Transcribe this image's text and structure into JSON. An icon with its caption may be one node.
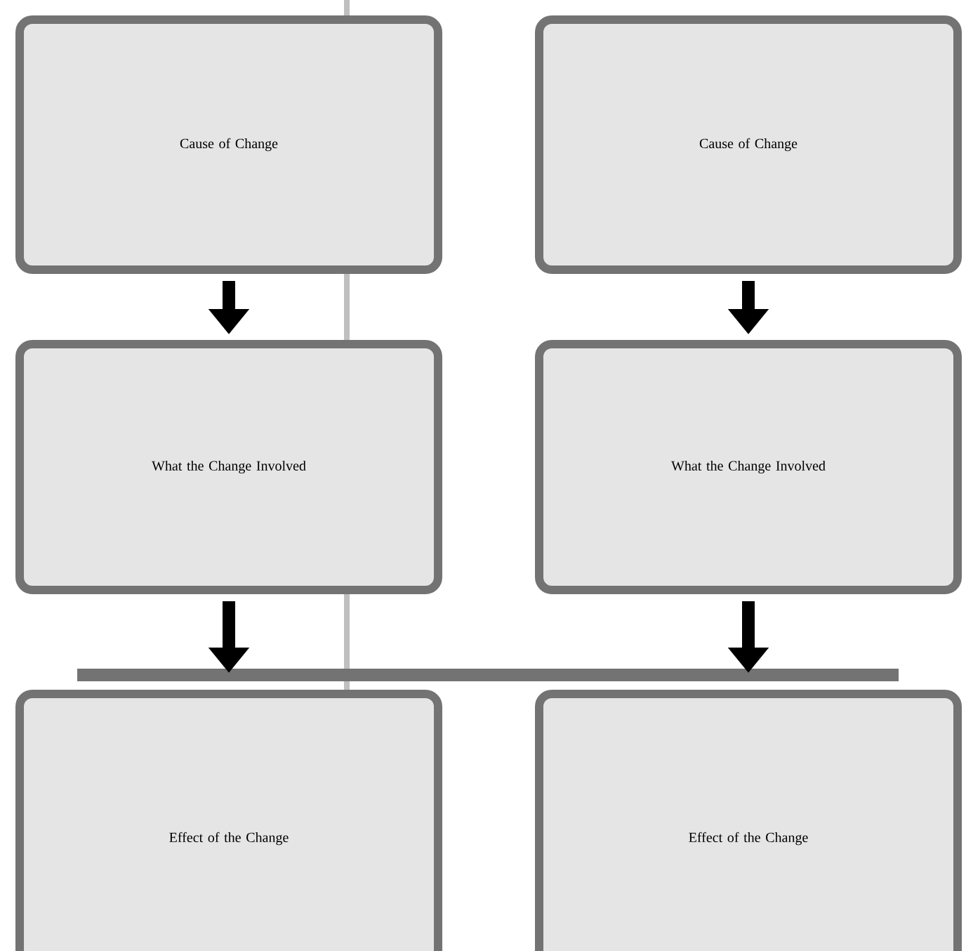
{
  "diagram": {
    "nodes": [
      {
        "text": [
          "Cause of Change"
        ]
      },
      {
        "text": [
          "Cause of Change"
        ]
      },
      {
        "text": [
          "What the Change Involved"
        ]
      },
      {
        "text": [
          "What the Change Involved"
        ]
      },
      {
        "text": [
          "Effect of the Change"
        ]
      },
      {
        "text": [
          "Effect of the Change"
        ]
      }
    ],
    "edges": [
      {
        "from": 0,
        "to": 2,
        "arrow": "to"
      },
      {
        "from": 1,
        "to": 3,
        "arrow": "to"
      },
      {
        "from": 2,
        "to": 4,
        "arrow": "to"
      },
      {
        "from": 3,
        "to": 5,
        "arrow": "to"
      }
    ]
  }
}
